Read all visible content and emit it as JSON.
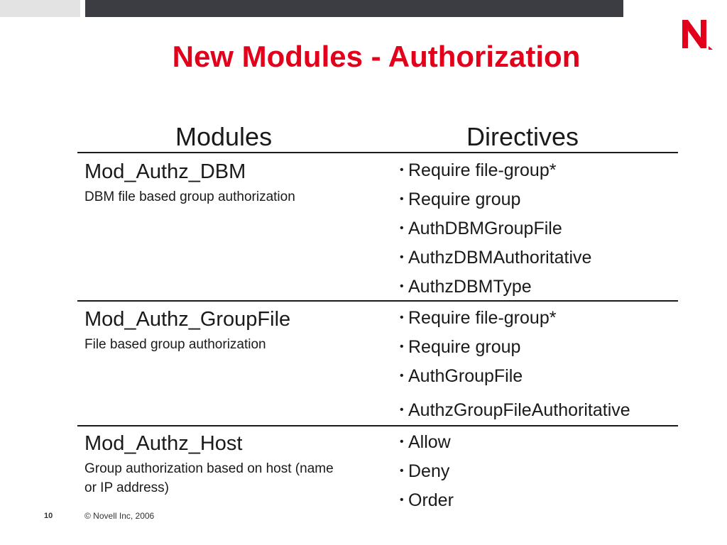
{
  "slide": {
    "title": "New Modules - Authorization",
    "brand_color": "#e2001a",
    "logo_icon": "novell-n-logo"
  },
  "table": {
    "headers": [
      "Modules",
      "Directives"
    ],
    "rows": [
      {
        "module": "Mod_Authz_DBM",
        "description": "DBM file based group authorization",
        "directives": [
          "Require file-group*",
          "Require group",
          "AuthDBMGroupFile",
          "AuthzDBMAuthoritative",
          "AuthzDBMType"
        ]
      },
      {
        "module": "Mod_Authz_GroupFile",
        "description": "File based group authorization",
        "directives": [
          "Require file-group*",
          "Require group",
          "AuthGroupFile",
          "AuthzGroupFileAuthoritative"
        ]
      },
      {
        "module": "Mod_Authz_Host",
        "description": "Group authorization based on host (name or IP address)",
        "directives": [
          "Allow",
          "Deny",
          "Order"
        ]
      }
    ]
  },
  "footer": {
    "page_number": "10",
    "copyright": "© Novell Inc, 2006"
  }
}
